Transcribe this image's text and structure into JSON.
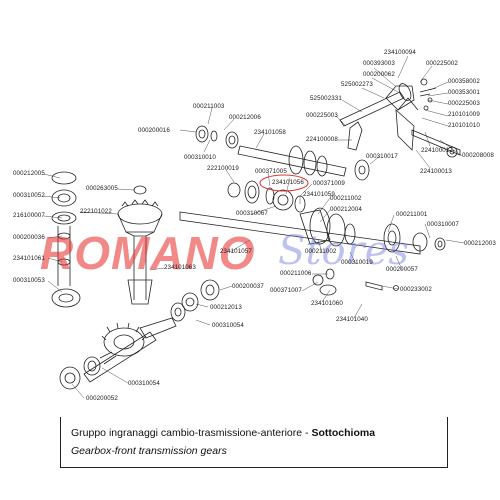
{
  "caption": {
    "italian_text": "Gruppo ingranaggi cambio-trasmissione-anteriore - ",
    "italian_bold": "Sottochioma",
    "english_text": "Gearbox-front transmission gears"
  },
  "watermark": {
    "part1": "ROMANO",
    "part2": "Stores"
  },
  "highlight_color": "#d93a3a",
  "part_numbers": [
    "234100094",
    "000225002",
    "000393003",
    "000200062",
    "525002273",
    "000358002",
    "000353001",
    "000225003",
    "210101009",
    "210101010",
    "525002331",
    "000225003",
    "224100017",
    "000208008",
    "224100013",
    "224100008",
    "000310017",
    "000211003",
    "000212006",
    "234101058",
    "000200016",
    "000310010",
    "000212005",
    "222100019",
    "000371005",
    "234101056",
    "000371009",
    "234101059",
    "000310052",
    "000263005",
    "222101022",
    "216100007",
    "000211002",
    "000212004",
    "000211001",
    "000310067",
    "000310007",
    "000200036",
    "000212003",
    "234101057",
    "000211002",
    "000310019",
    "234101061",
    "000200057",
    "234101063",
    "000211006",
    "000310053",
    "000200037",
    "000371007",
    "234101060",
    "000233002",
    "000212013",
    "234101040",
    "000310054",
    "000310054",
    "000200052"
  ]
}
